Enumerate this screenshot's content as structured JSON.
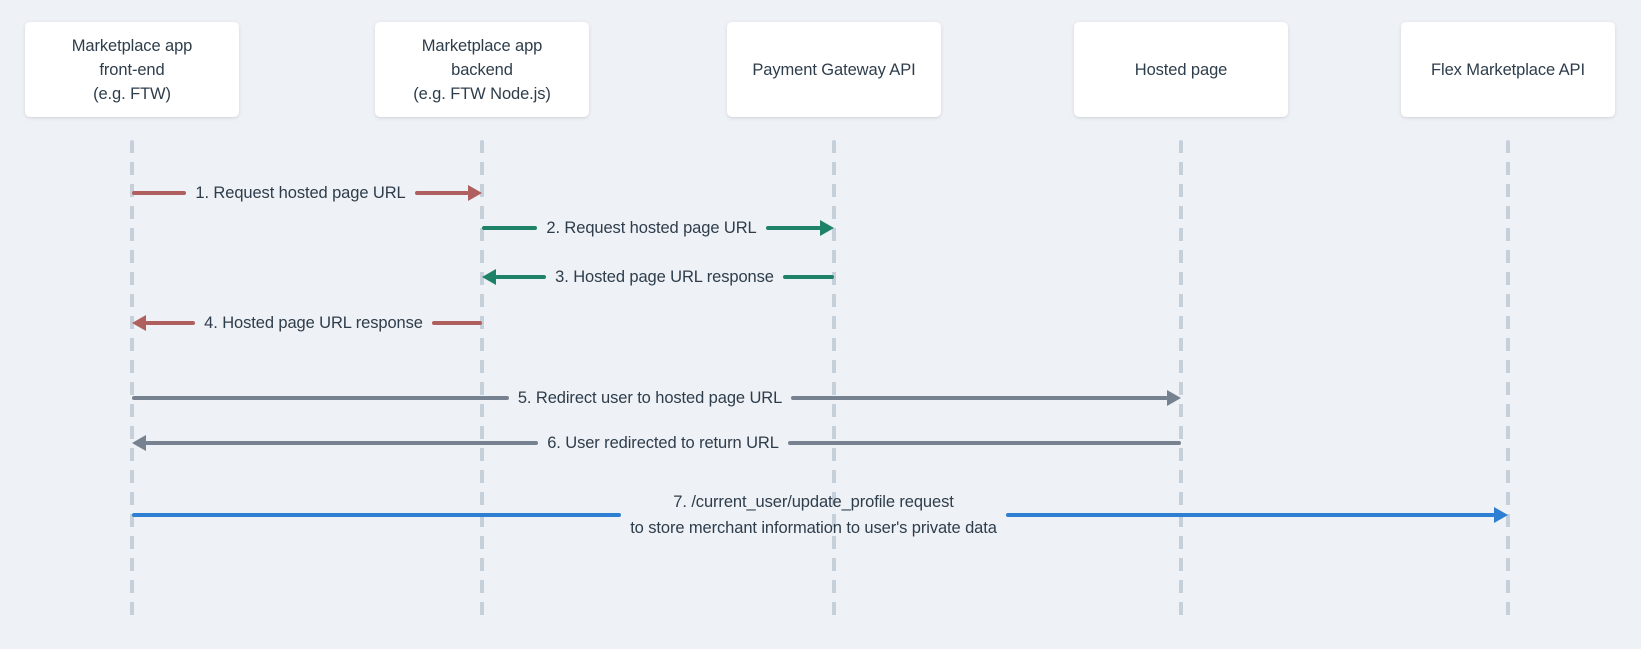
{
  "diagram_type": "sequence-diagram",
  "colors": {
    "background": "#eef1f5",
    "box_background": "#ffffff",
    "text": "#2e3d4b",
    "lifeline": "#c6d0da",
    "arrow_red": "#b05f5f",
    "arrow_green": "#1e8268",
    "arrow_gray": "#76828f",
    "arrow_blue": "#2e7ed1"
  },
  "actors": [
    {
      "id": "frontend",
      "label": "Marketplace app\nfront-end\n(e.g. FTW)"
    },
    {
      "id": "backend",
      "label": "Marketplace app\nbackend\n(e.g. FTW Node.js)"
    },
    {
      "id": "payment-gateway",
      "label": "Payment Gateway API"
    },
    {
      "id": "hosted-page",
      "label": "Hosted page"
    },
    {
      "id": "flex-api",
      "label": "Flex Marketplace API"
    }
  ],
  "messages": [
    {
      "num": 1,
      "label": "1. Request hosted page URL",
      "from": "frontend",
      "to": "backend",
      "direction": "right",
      "color_key": "arrow_red"
    },
    {
      "num": 2,
      "label": "2. Request hosted page URL",
      "from": "backend",
      "to": "payment-gateway",
      "direction": "right",
      "color_key": "arrow_green"
    },
    {
      "num": 3,
      "label": "3. Hosted page URL response",
      "from": "payment-gateway",
      "to": "backend",
      "direction": "left",
      "color_key": "arrow_green"
    },
    {
      "num": 4,
      "label": "4. Hosted page URL response",
      "from": "backend",
      "to": "frontend",
      "direction": "left",
      "color_key": "arrow_red"
    },
    {
      "num": 5,
      "label": "5. Redirect user to hosted page URL",
      "from": "frontend",
      "to": "hosted-page",
      "direction": "right",
      "color_key": "arrow_gray"
    },
    {
      "num": 6,
      "label": "6. User redirected to return URL",
      "from": "hosted-page",
      "to": "frontend",
      "direction": "left",
      "color_key": "arrow_gray"
    },
    {
      "num": 7,
      "label": "7. /current_user/update_profile request\nto store merchant information to user's private data",
      "from": "frontend",
      "to": "flex-api",
      "direction": "right",
      "color_key": "arrow_blue"
    }
  ]
}
